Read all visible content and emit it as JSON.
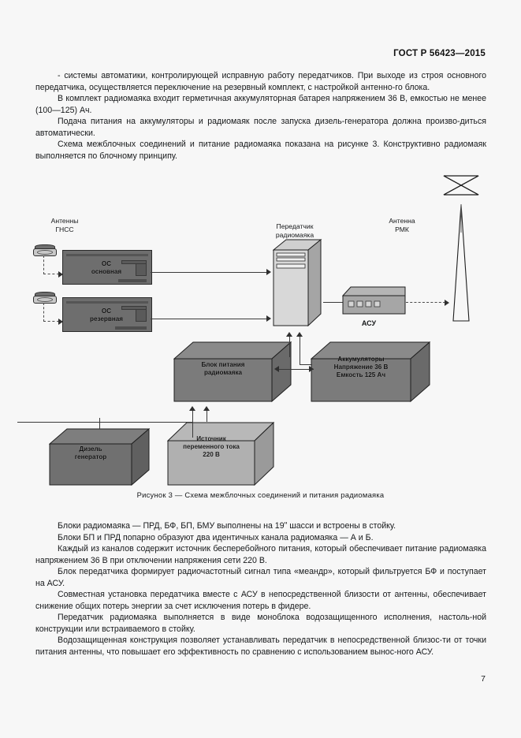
{
  "header": {
    "standard": "ГОСТ Р 56423—2015"
  },
  "page_number": "7",
  "body_top": {
    "paragraphs": [
      "-  системы автоматики, контролирующей исправную работу передатчиков. При выходе из строя основного передатчика, осуществляется переключение на резервный комплект, с настройкой антенно-го блока.",
      "В комплект радиомаяка входит герметичная аккумуляторная батарея напряжением 36 В, емкостью не менее (100—125) Ач.",
      "Подача питания на аккумуляторы и радиомаяк после запуска дизель-генератора должна произво-диться автоматически.",
      "Схема межблочных соединений и питание радиомаяка показана на рисунке 3. Конструктивно радиомаяк выполняется по блочному принципу."
    ]
  },
  "figure": {
    "caption": "Рисунок  3 — Схема межблочных соединений и питания радиомаяка",
    "labels": {
      "gnss_antennas": "Антенны\nГНСС",
      "gnss_antennas_line1": "Антенны",
      "gnss_antennas_line2": "ГНСС",
      "transmitter_line1": "Передатчик",
      "transmitter_line2": "радиомаяка",
      "rmk_antenna_line1": "Антенна",
      "rmk_antenna_line2": "РМК",
      "acy": "АСУ"
    },
    "blocks": {
      "os_main_line1": "ОС",
      "os_main_line2": "основная",
      "os_reserve_line1": "ОС",
      "os_reserve_line2": "резервная",
      "power_unit_line1": "Блок питания",
      "power_unit_line2": "радиомаяка",
      "batteries_line1": "Аккумуляторы",
      "batteries_line2": "Напряжение 36 В",
      "batteries_line3": "Емкость 125 Ач",
      "diesel_line1": "Дизель",
      "diesel_line2": "генератор",
      "ac_source_line1": "Источник",
      "ac_source_line2": "переменного тока",
      "ac_source_line3": "220 В"
    }
  },
  "body_bottom": {
    "paragraphs": [
      "Блоки радиомаяка — ПРД, БФ, БП, БМУ выполнены на 19ʺ шасси и встроены в стойку.",
      "Блоки БП и ПРД попарно образуют два идентичных канала радиомаяка — А и Б.",
      "Каждый из каналов содержит источник бесперебойного питания, который обеспечивает питание радиомаяка напряжением 36 В при отключении напряжения сети 220 В.",
      "Блок передатчика формирует радиочастотный сигнал типа «меандр», который фильтруется БФ и поступает на АСУ.",
      "Совместная  установка  передатчика  вместе  с  АСУ  в  непосредственной  близости  от  антенны, обеспечивает снижение общих потерь энергии за счет исключения потерь в фидере.",
      "Передатчик радиомаяка выполняется в виде моноблока водозащищенного исполнения, настоль-ной конструкции или встраиваемого в стойку.",
      "Водозащищенная конструкция позволяет устанавливать передатчик в непосредственной близос-ти от точки питания антенны, что повышает его эффективность по сравнению с использованием вынос-ного АСУ."
    ]
  }
}
